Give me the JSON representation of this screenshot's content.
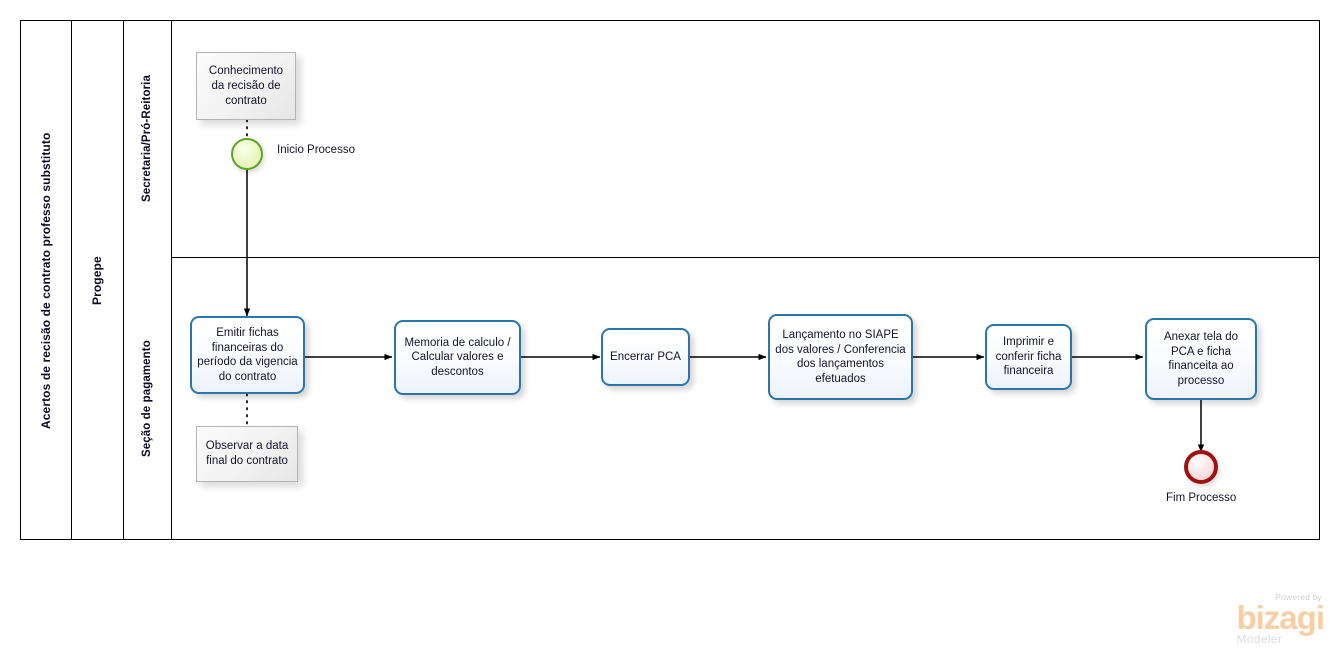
{
  "pool": {
    "title": "Acertos de recisão de contrato professo substituto",
    "organization": "Progepe",
    "lanes": [
      {
        "id": "secretaria",
        "label": "Secretaria/Pró-Reitoria"
      },
      {
        "id": "secao_pagamento",
        "label": "Seção de pagamento"
      }
    ]
  },
  "events": {
    "start": {
      "label": "Inicio Processo",
      "type": "start-event",
      "color": "#5fa424"
    },
    "end": {
      "label": "Fim Processo",
      "type": "end-event",
      "color": "#9e1212"
    }
  },
  "tasks": [
    {
      "id": "t1",
      "label": "Emitir fichas financeiras do período da vigencia do contrato"
    },
    {
      "id": "t2",
      "label": "Memoria de calculo / Calcular valores e descontos"
    },
    {
      "id": "t3",
      "label": "Encerrar PCA"
    },
    {
      "id": "t4",
      "label": "Lançamento no SIAPE dos valores / Conferencia dos lançamentos efetuados"
    },
    {
      "id": "t5",
      "label": "Imprimir e conferir ficha financeira"
    },
    {
      "id": "t6",
      "label": "Anexar tela do PCA e ficha financeita ao processo"
    }
  ],
  "annotations": [
    {
      "id": "a1",
      "label": "Conhecimento da recisão de contrato"
    },
    {
      "id": "a2",
      "label": "Observar a data final do contrato"
    }
  ],
  "logo": {
    "powered": "Powered by",
    "brand": "bizagi",
    "product": "Modeler",
    "brand_color": "#f7cfa4"
  },
  "colors": {
    "task_border": "#2877a8",
    "pool_border": "#000000",
    "connector": "#000000"
  }
}
